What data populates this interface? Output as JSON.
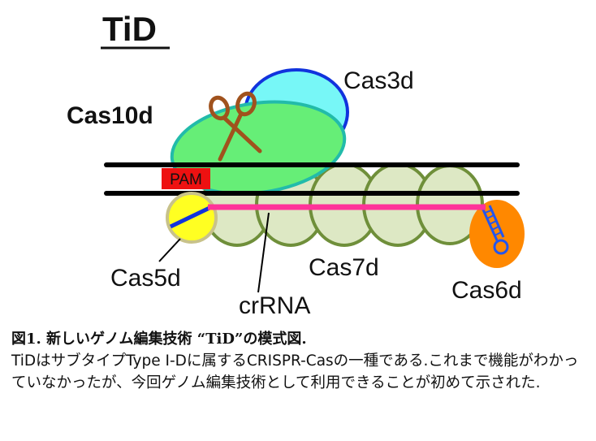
{
  "diagram": {
    "title": "TiD",
    "labels": {
      "cas10d": "Cas10d",
      "cas3d": "Cas3d",
      "pam": "PAM",
      "cas5d": "Cas5d",
      "cas7d": "Cas7d",
      "crrna": "crRNA",
      "cas6d": "Cas6d"
    },
    "colors": {
      "cas10d": "#66ee77",
      "cas10d_outline": "#22bbaa",
      "cas3d": "#77f7f7",
      "cas3d_outline": "#1133dd",
      "cas7d": "#dde8c4",
      "cas7d_outline": "#6f8f3a",
      "cas5d": "#ffff22",
      "cas6d": "#ff8800",
      "crrna": "#ff3399",
      "pam": "#ee1111",
      "dna": "#000000",
      "scissors": "#a0521d",
      "hairpin": "#2255ee"
    }
  },
  "caption": {
    "heading": "図1. 新しいゲノム編集技術 “TiD”の模式図.",
    "body": "TiDはサブタイプType I-Dに属するCRISPR-Casの一種である.これまで機能がわかっていなかったが、今回ゲノム編集技術として利用できることが初めて示された."
  }
}
